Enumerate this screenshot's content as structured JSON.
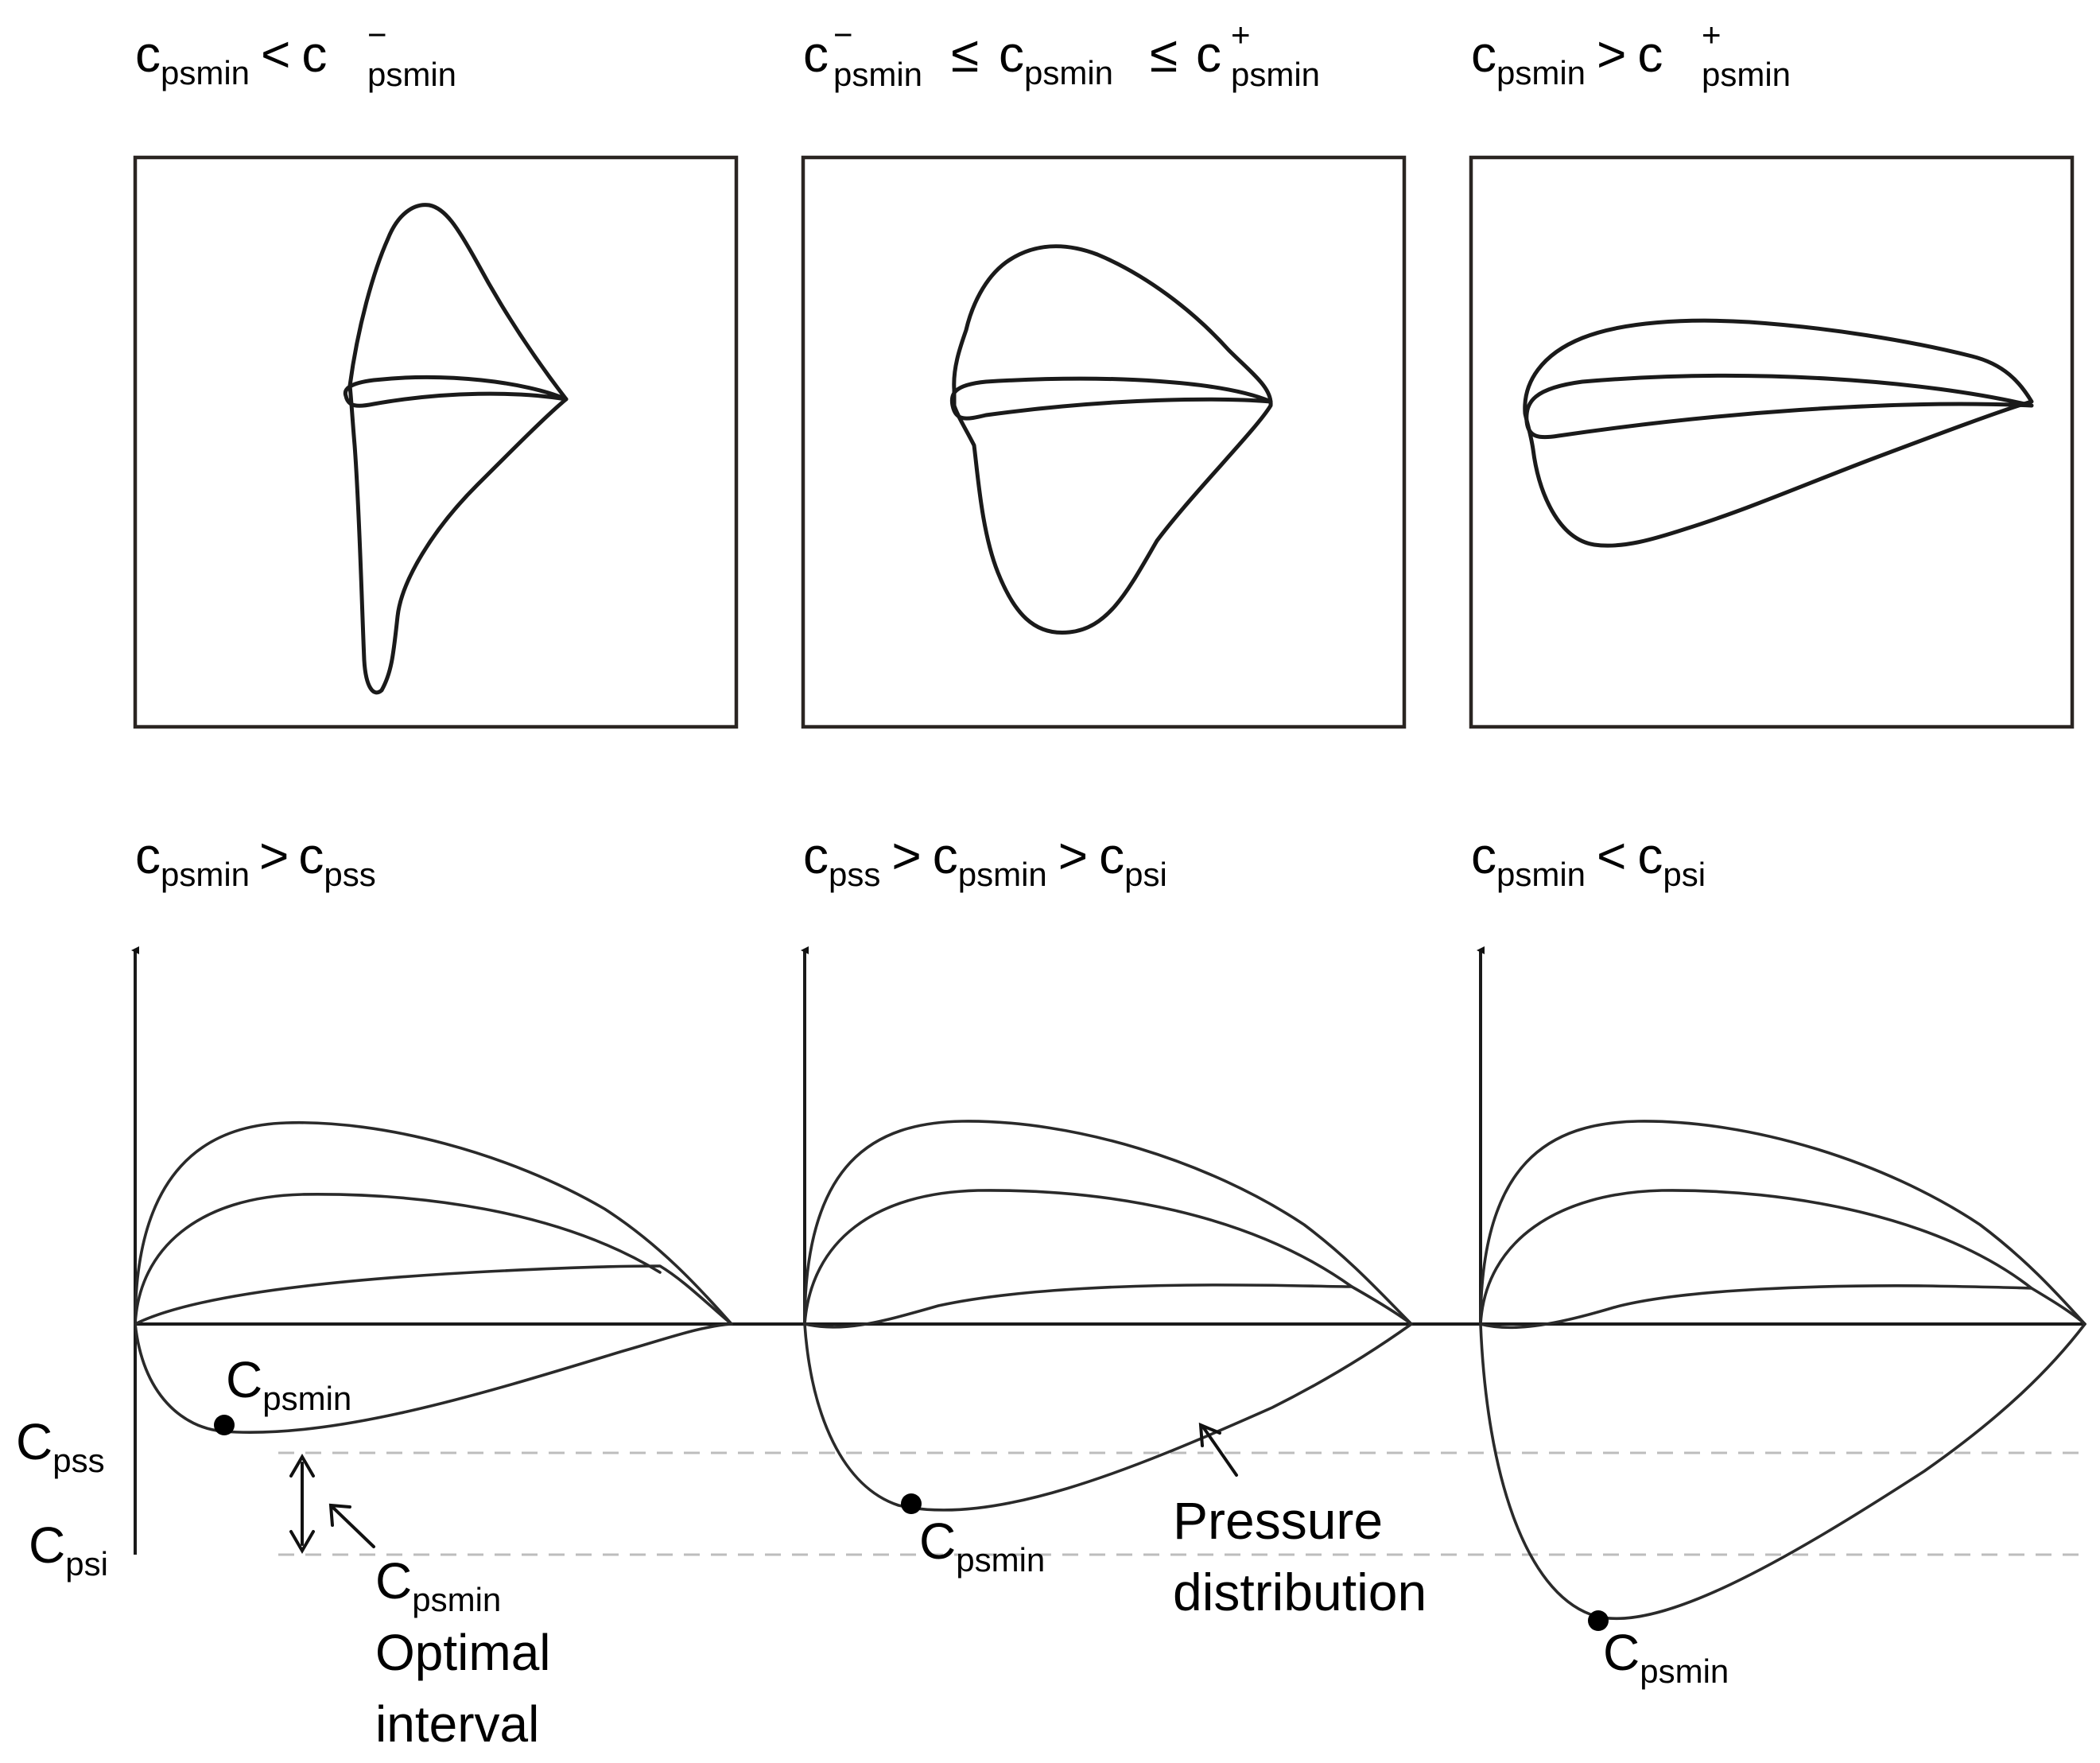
{
  "top_row": {
    "panels": [
      {
        "condition": {
          "lhs_base": "c",
          "lhs_sub": "psmin",
          "op": "<",
          "rhs_base": "c",
          "rhs_sup": "−",
          "rhs_sub": "psmin"
        }
      },
      {
        "condition": {
          "a_base": "c",
          "a_sup": "−",
          "a_sub": "psmin",
          "op1": "≤",
          "b_base": "c",
          "b_sub": "psmin",
          "op2": "≤",
          "c_base": "c",
          "c_sup": "+",
          "c_sub": "psmin"
        }
      },
      {
        "condition": {
          "lhs_base": "c",
          "lhs_sub": "psmin",
          "op": ">",
          "rhs_base": "c",
          "rhs_sup": "+",
          "rhs_sub": "psmin"
        }
      }
    ]
  },
  "bottom_row": {
    "panels": [
      {
        "condition": {
          "lhs_base": "c",
          "lhs_sub": "psmin",
          "op": ">",
          "rhs_base": "c",
          "rhs_sub": "pss"
        }
      },
      {
        "condition": {
          "a_base": "c",
          "a_sub": "pss",
          "op1": ">",
          "b_base": "c",
          "b_sub": "psmin",
          "op2": ">",
          "c_base": "c",
          "c_sub": "psi"
        }
      },
      {
        "condition": {
          "lhs_base": "c",
          "lhs_sub": "psmin",
          "op": "<",
          "rhs_base": "c",
          "rhs_sub": "psi"
        }
      }
    ],
    "point_label": {
      "base": "C",
      "sub": "psmin"
    },
    "threshold_labels": {
      "upper": {
        "base": "C",
        "sub": "pss"
      },
      "lower": {
        "base": "C",
        "sub": "psi"
      }
    },
    "annotations": {
      "optimal_interval": {
        "base": "C",
        "sub": "psmin",
        "line1": "Optimal",
        "line2": "interval"
      },
      "pressure_distribution": {
        "line1": "Pressure",
        "line2": "distribution"
      }
    }
  }
}
